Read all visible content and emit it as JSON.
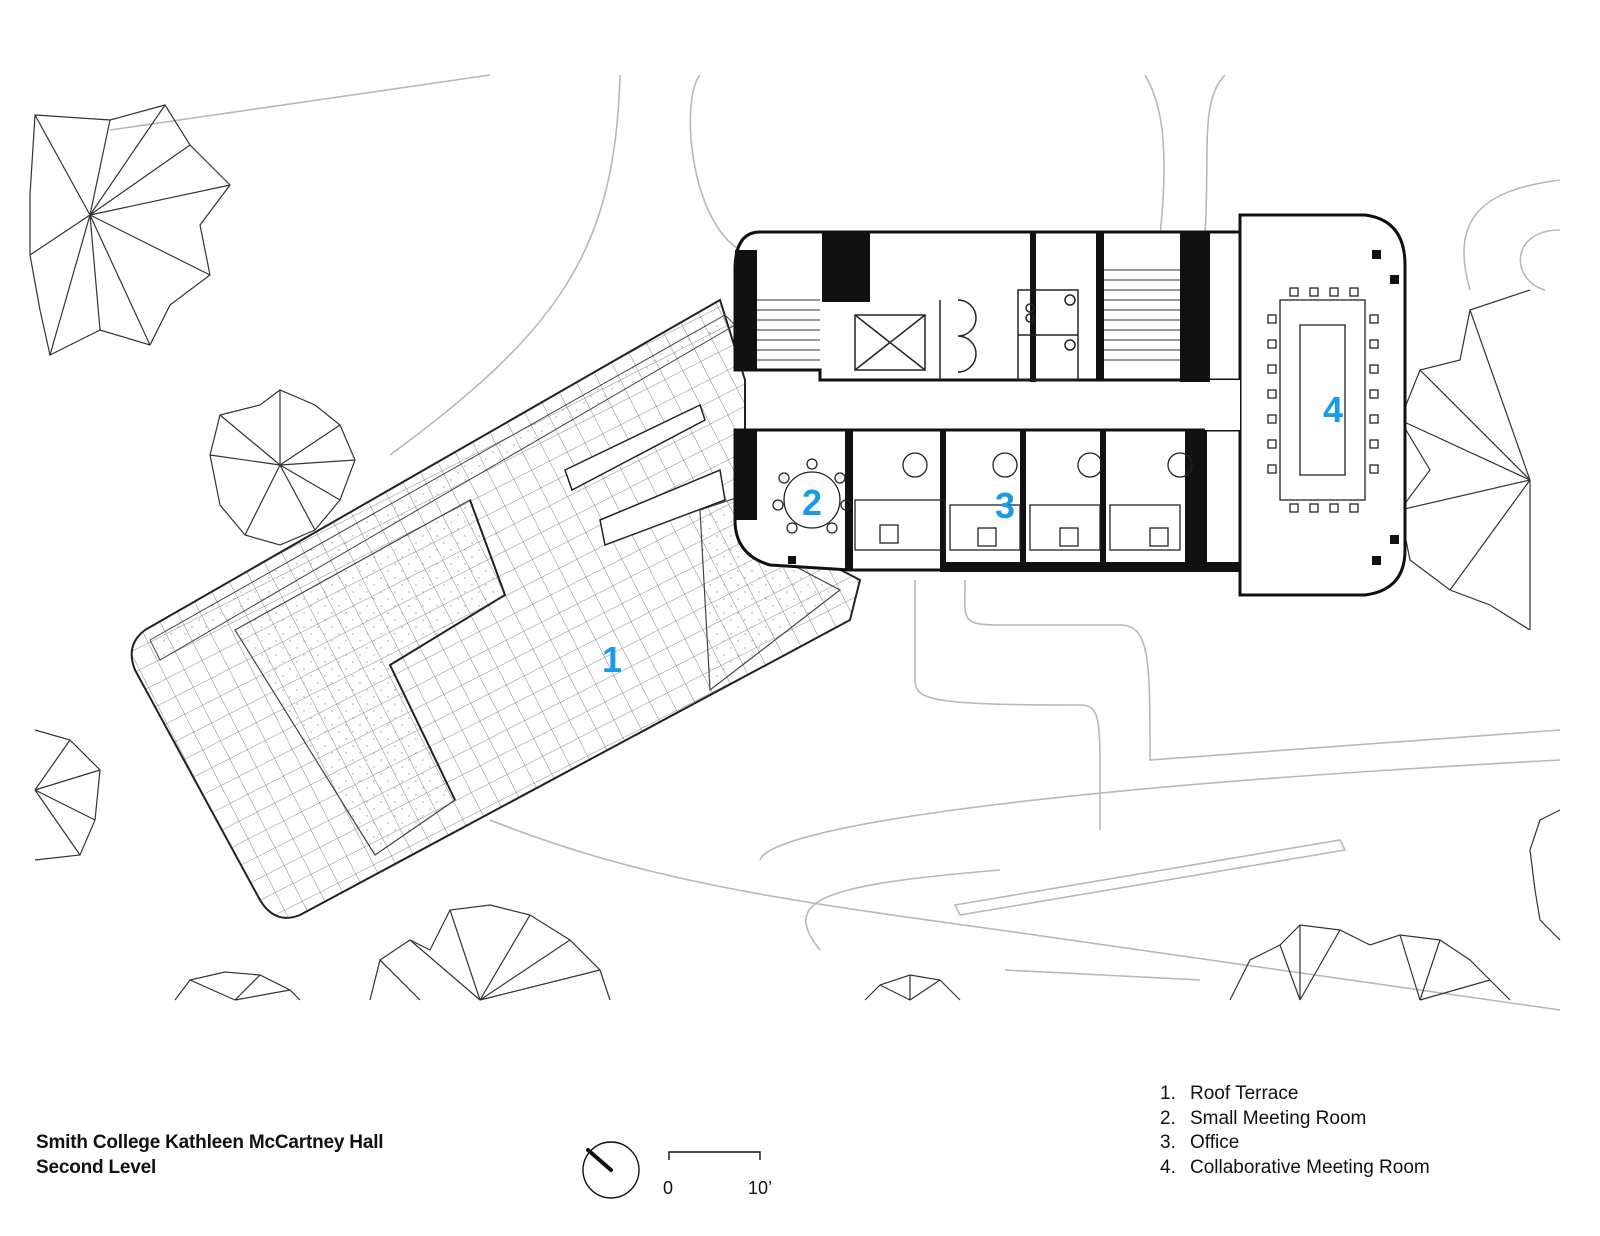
{
  "title": {
    "line1": "Smith College Kathleen McCartney Hall",
    "line2": "Second Level"
  },
  "scale_bar": {
    "start_label": "0",
    "end_label": "10’"
  },
  "north_arrow": {
    "icon": "north-arrow-icon"
  },
  "rooms": [
    {
      "number": "1",
      "name": "Roof Terrace"
    },
    {
      "number": "2",
      "name": "Small Meeting Room"
    },
    {
      "number": "3",
      "name": "Office"
    },
    {
      "number": "4",
      "name": "Collaborative Meeting Room"
    }
  ],
  "legend": [
    {
      "num": "1.",
      "label": "Roof Terrace"
    },
    {
      "num": "2.",
      "label": "Small Meeting Room"
    },
    {
      "num": "3.",
      "label": "Office"
    },
    {
      "num": "4.",
      "label": "Collaborative Meeting Room"
    }
  ],
  "colors": {
    "room_number": "#1a9be8",
    "wall": "#111111",
    "site_line": "#b5b5b5"
  }
}
